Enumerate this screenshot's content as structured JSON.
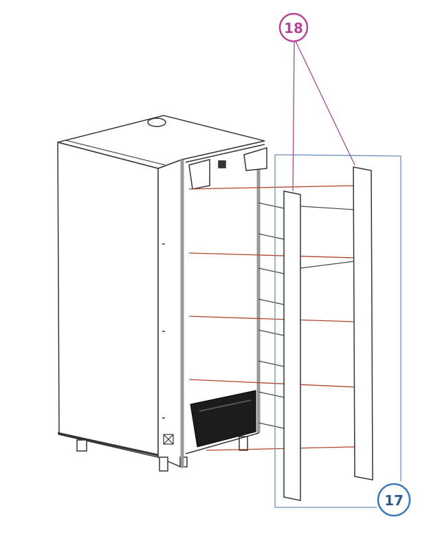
{
  "callouts": [
    {
      "label": "18",
      "part": "front-strip",
      "color": "#b8449a"
    },
    {
      "label": "17",
      "part": "strip-assembly",
      "color": "#3a78b8"
    }
  ],
  "colors": {
    "outline": "#333333",
    "shelf_line": "#b0442a",
    "leader_magenta": "#a04a9a",
    "bracket_blue": "#6a8fb8",
    "drawer": "#1c1c1c"
  }
}
